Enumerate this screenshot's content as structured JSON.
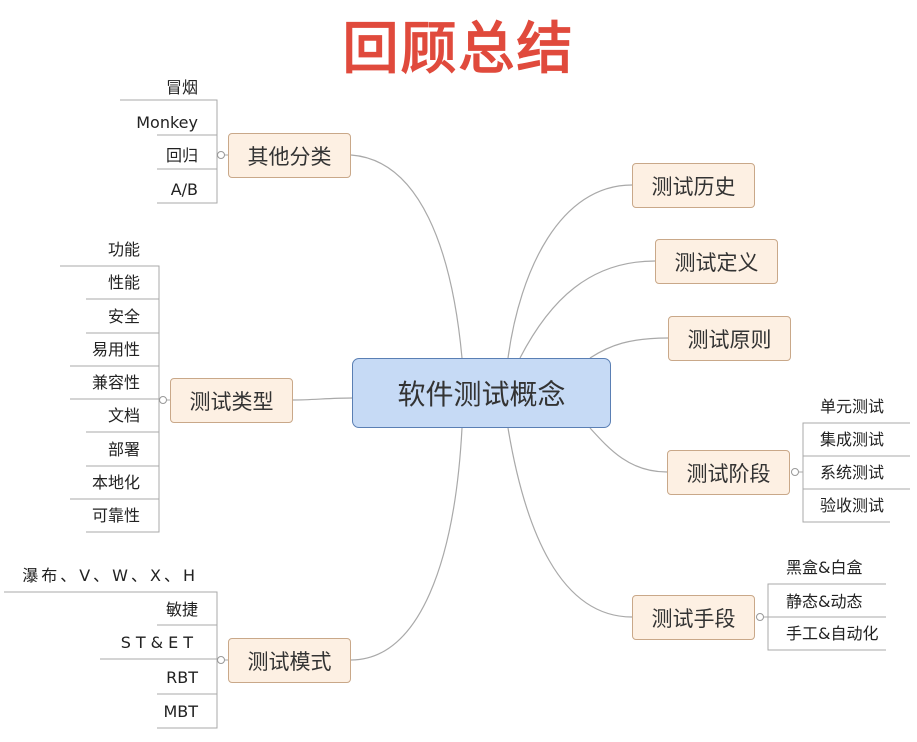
{
  "title": "回顾总结",
  "colors": {
    "title": "#e04a3c",
    "central_fill": "#c6daf5",
    "central_border": "#5a7fb4",
    "topic_fill": "#fdf0e3",
    "topic_border": "#c9a889",
    "line": "#a9a9a9"
  },
  "central": "软件测试概念",
  "left_topics": {
    "other": {
      "label": "其他分类",
      "items": [
        "冒烟",
        "Monkey",
        "回归",
        "A/B"
      ]
    },
    "types": {
      "label": "测试类型",
      "items": [
        "功能",
        "性能",
        "安全",
        "易用性",
        "兼容性",
        "文档",
        "部署",
        "本地化",
        "可靠性"
      ]
    },
    "models": {
      "label": "测试模式",
      "items": [
        "瀑布、V、W、X、H",
        "敏捷",
        "ST&ET",
        "RBT",
        "MBT"
      ]
    }
  },
  "right_topics": {
    "history": {
      "label": "测试历史"
    },
    "definition": {
      "label": "测试定义"
    },
    "principles": {
      "label": "测试原则"
    },
    "stages": {
      "label": "测试阶段",
      "items": [
        "单元测试",
        "集成测试",
        "系统测试",
        "验收测试"
      ]
    },
    "methods": {
      "label": "测试手段",
      "items": [
        "黑盒&白盒",
        "静态&动态",
        "手工&自动化"
      ]
    }
  }
}
